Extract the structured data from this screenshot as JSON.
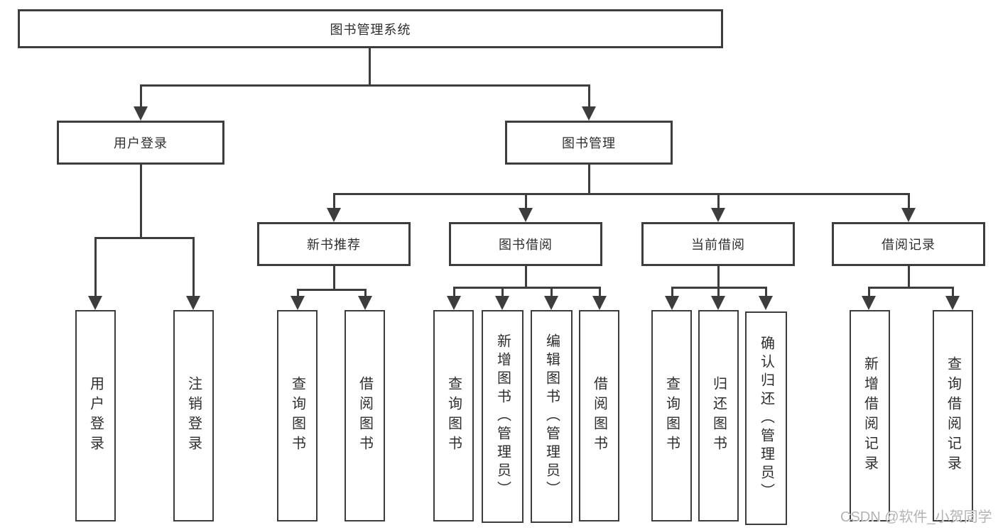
{
  "nodes": {
    "root": "图书管理系统",
    "user_login": "用户登录",
    "book_mgmt": "图书管理",
    "new_book_rec": "新书推荐",
    "book_borrow": "图书借阅",
    "current_borrow": "当前借阅",
    "borrow_records": "借阅记录",
    "ul_login": "用户登录",
    "ul_logout": "注销登录",
    "nbr_query": "查询图书",
    "nbr_borrow": "借阅图书",
    "bb_query": "查询图书",
    "bb_add": "新增图书（管理员）",
    "bb_edit": "编辑图书（管理员）",
    "bb_borrow": "借阅图书",
    "cb_query": "查询图书",
    "cb_return": "归还图书",
    "cb_confirm": "确认归还（管理员）",
    "br_add": "新增借阅记录",
    "br_query": "查询借阅记录"
  },
  "watermark": "CSDN @软件_小贺同学",
  "colors": {
    "line": "#3d3d3d",
    "text": "#2e2e2e",
    "watermark": "#b3b3b3",
    "background": "#ffffff"
  }
}
